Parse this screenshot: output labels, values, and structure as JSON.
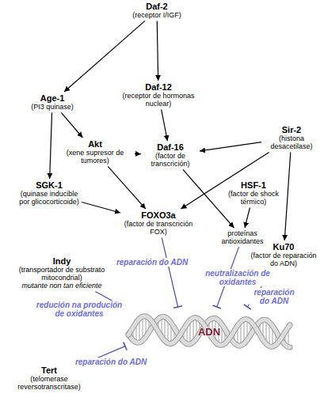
{
  "diagram": {
    "nodes": [
      {
        "text": [
          "Daf-2",
          "(receptor I/IGF)"
        ]
      },
      {
        "text": [
          "Age-1",
          "(PI3 quinase)"
        ]
      },
      {
        "text": [
          "Daf-12",
          "(receptor de hormonas nuclear)"
        ]
      },
      {
        "text": [
          "Sir-2",
          "(histona desacetilase)"
        ]
      },
      {
        "text": [
          "Akt",
          "(xene supresor de tumores)"
        ]
      },
      {
        "text": [
          "Daf-16",
          "(factor de transcrición)"
        ]
      },
      {
        "text": [
          "SGK-1",
          "(quinase inducible por glicocorticoide)"
        ]
      },
      {
        "text": [
          "HSF-1",
          "(factor de shock térmico)"
        ]
      },
      {
        "text": [
          "FOXO3a",
          "(factor de transcrición FOX)"
        ]
      },
      {
        "text": [
          "proteínas antioxidantes"
        ]
      },
      {
        "text": [
          "Indy",
          "(transportador de substrato mitocondrial)",
          "mutante non tan eficiente"
        ]
      },
      {
        "text": [
          "Ku70",
          "(factor de reparación do ADN)"
        ]
      },
      {
        "text": [
          "ADN"
        ]
      },
      {
        "text": [
          "Tert",
          "(telomerase reversotranscritase)"
        ]
      }
    ],
    "edges": [
      {
        "from": 0,
        "to": 1,
        "arrow": "to"
      },
      {
        "from": 0,
        "to": 2,
        "arrow": "to"
      },
      {
        "from": 1,
        "to": 4,
        "arrow": "to"
      },
      {
        "from": 1,
        "to": 6,
        "arrow": "to"
      },
      {
        "from": 4,
        "to": 5,
        "arrow": "to"
      },
      {
        "from": 4,
        "to": 8,
        "arrow": "to"
      },
      {
        "from": 2,
        "to": 5,
        "arrow": "to"
      },
      {
        "from": 3,
        "to": 5,
        "arrow": "to"
      },
      {
        "from": 3,
        "to": 8,
        "arrow": "to"
      },
      {
        "from": 3,
        "to": 11,
        "arrow": "to"
      },
      {
        "from": 6,
        "to": 8,
        "arrow": "to"
      },
      {
        "from": 5,
        "to": 9,
        "arrow": "to"
      },
      {
        "from": 7,
        "to": 9,
        "arrow": "to"
      },
      {
        "from": 8,
        "to": 12,
        "label": "reparación do ADN",
        "arrow": "to"
      },
      {
        "from": 9,
        "to": 12,
        "label": "neutralización de oxidantes",
        "arrow": "to"
      },
      {
        "from": 11,
        "to": 12,
        "label": "reparación do ADN",
        "arrow": "to"
      },
      {
        "from": 10,
        "to": 12,
        "label": "redución na produción de oxidantes",
        "arrow": "to"
      },
      {
        "from": 13,
        "to": 12,
        "label": "reparación do ADN",
        "arrow": "to"
      }
    ]
  }
}
